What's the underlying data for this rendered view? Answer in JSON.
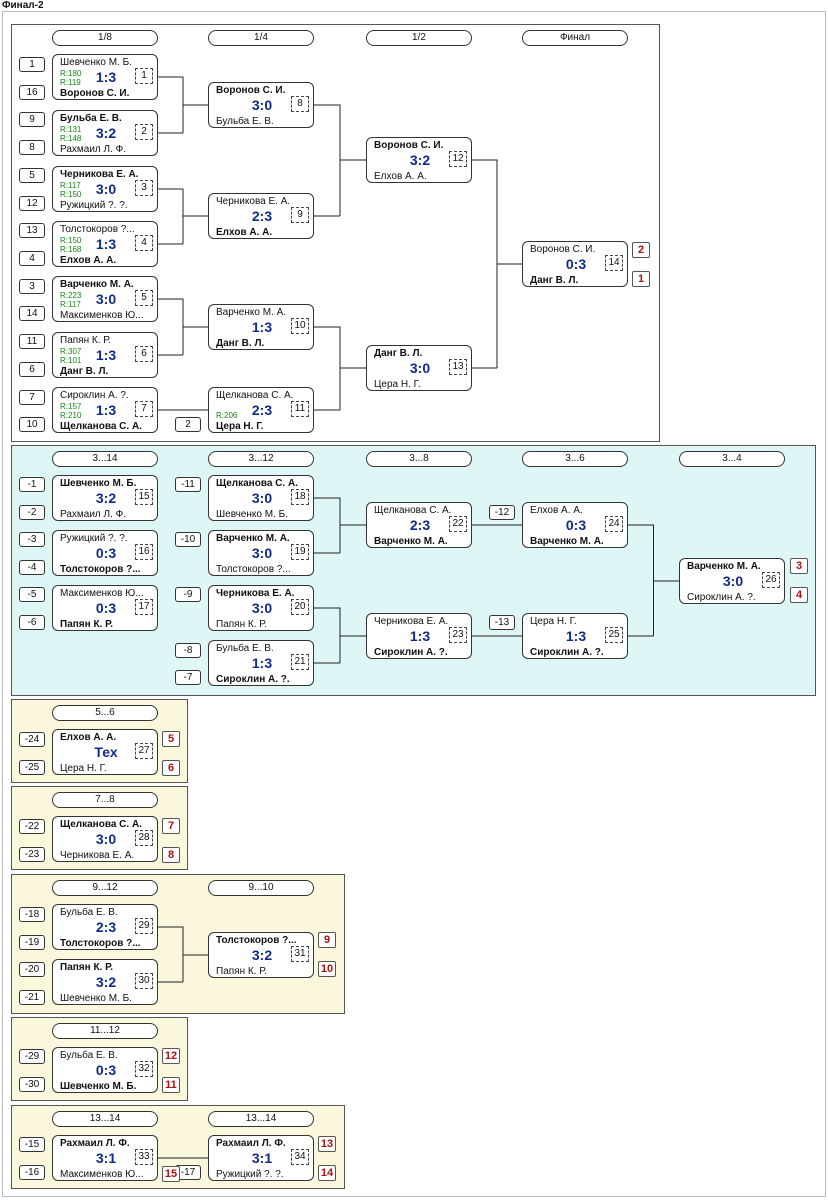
{
  "title": "Финал-2",
  "panels": [
    {
      "id": "main",
      "bg": "#ffffff",
      "rounds": [
        "1/8",
        "1/4",
        "1/2",
        "Финал"
      ]
    },
    {
      "id": "cons",
      "bg": "#dff6f6",
      "rounds": [
        "3...14",
        "3...12",
        "3...8",
        "3...6",
        "3...4"
      ]
    },
    {
      "id": "p56",
      "bg": "#faf7dc",
      "rounds": [
        "5...6"
      ]
    },
    {
      "id": "p78",
      "bg": "#faf7dc",
      "rounds": [
        "7...8"
      ]
    },
    {
      "id": "p912",
      "bg": "#faf7dc",
      "rounds": [
        "9...12",
        "9...10"
      ]
    },
    {
      "id": "p1112",
      "bg": "#faf7dc",
      "rounds": [
        "11...12"
      ]
    },
    {
      "id": "p1314",
      "bg": "#faf7dc",
      "rounds": [
        "13...14",
        "13...14"
      ]
    }
  ],
  "matches": [
    {
      "g": "1",
      "a": "Шевченко М. Б.",
      "b": "Воронов С. И.",
      "s": "1:3",
      "w": "b",
      "ra": "R:180",
      "rb": "R:119"
    },
    {
      "g": "2",
      "a": "Бульба Е. В.",
      "b": "Рахмаил Л. Ф.",
      "s": "3:2",
      "w": "a",
      "ra": "R:131",
      "rb": "R:148"
    },
    {
      "g": "3",
      "a": "Черникова Е. А.",
      "b": "Ружицкий ?. ?.",
      "s": "3:0",
      "w": "a",
      "ra": "R:117",
      "rb": "R:150"
    },
    {
      "g": "4",
      "a": "Толстокоров ?...",
      "b": "Елхов А. А.",
      "s": "1:3",
      "w": "b",
      "ra": "R:150",
      "rb": "R:168"
    },
    {
      "g": "5",
      "a": "Варченко М. А.",
      "b": "Максименков Ю...",
      "s": "3:0",
      "w": "a",
      "ra": "R:223",
      "rb": "R:117"
    },
    {
      "g": "6",
      "a": "Папян К. Р.",
      "b": "Данг В. Л.",
      "s": "1:3",
      "w": "b",
      "ra": "R:307",
      "rb": "R:101"
    },
    {
      "g": "7",
      "a": "Сироклин А. ?.",
      "b": "Щелканова С. А.",
      "s": "1:3",
      "w": "b",
      "ra": "R:157",
      "rb": "R:210"
    },
    {
      "g": "8",
      "a": "Воронов С. И.",
      "b": "Бульба Е. В.",
      "s": "3:0",
      "w": "a"
    },
    {
      "g": "9",
      "a": "Черникова Е. А.",
      "b": "Елхов А. А.",
      "s": "2:3",
      "w": "b"
    },
    {
      "g": "10",
      "a": "Варченко М. А.",
      "b": "Данг В. Л.",
      "s": "1:3",
      "w": "b"
    },
    {
      "g": "11",
      "a": "Щелканова С. А.",
      "b": "Цера Н. Г.",
      "s": "2:3",
      "w": "b",
      "rb": "R:206"
    },
    {
      "g": "12",
      "a": "Воронов С. И.",
      "b": "Елхов А. А.",
      "s": "3:2",
      "w": "a"
    },
    {
      "g": "13",
      "a": "Данг В. Л.",
      "b": "Цера Н. Г.",
      "s": "3:0",
      "w": "a"
    },
    {
      "g": "14",
      "a": "Воронов С. И.",
      "b": "Данг В. Л.",
      "s": "0:3",
      "w": "b"
    },
    {
      "g": "15",
      "a": "Шевченко М. Б.",
      "b": "Рахмаил Л. Ф.",
      "s": "3:2",
      "w": "a"
    },
    {
      "g": "16",
      "a": "Ружицкий ?. ?.",
      "b": "Толстокоров ?...",
      "s": "0:3",
      "w": "b"
    },
    {
      "g": "17",
      "a": "Максименков Ю...",
      "b": "Папян К. Р.",
      "s": "0:3",
      "w": "b"
    },
    {
      "g": "18",
      "a": "Щелканова С. А.",
      "b": "Шевченко М. Б.",
      "s": "3:0",
      "w": "a"
    },
    {
      "g": "19",
      "a": "Варченко М. А.",
      "b": "Толстокоров ?...",
      "s": "3:0",
      "w": "a"
    },
    {
      "g": "20",
      "a": "Черникова Е. А.",
      "b": "Папян К. Р.",
      "s": "3:0",
      "w": "a"
    },
    {
      "g": "21",
      "a": "Бульба Е. В.",
      "b": "Сироклин А. ?.",
      "s": "1:3",
      "w": "b"
    },
    {
      "g": "22",
      "a": "Щелканова С. А.",
      "b": "Варченко М. А.",
      "s": "2:3",
      "w": "b"
    },
    {
      "g": "23",
      "a": "Черникова Е. А.",
      "b": "Сироклин А. ?.",
      "s": "1:3",
      "w": "b"
    },
    {
      "g": "24",
      "a": "Елхов А. А.",
      "b": "Варченко М. А.",
      "s": "0:3",
      "w": "b"
    },
    {
      "g": "25",
      "a": "Цера Н. Г.",
      "b": "Сироклин А. ?.",
      "s": "1:3",
      "w": "b"
    },
    {
      "g": "26",
      "a": "Варченко М. А.",
      "b": "Сироклин А. ?.",
      "s": "3:0",
      "w": "a"
    },
    {
      "g": "27",
      "a": "Елхов А. А.",
      "b": "Цера Н. Г.",
      "s": "Тех",
      "w": "a"
    },
    {
      "g": "28",
      "a": "Щелканова С. А.",
      "b": "Черникова Е. А.",
      "s": "3:0",
      "w": "a"
    },
    {
      "g": "29",
      "a": "Бульба Е. В.",
      "b": "Толстокоров ?...",
      "s": "2:3",
      "w": "b"
    },
    {
      "g": "30",
      "a": "Папян К. Р.",
      "b": "Шевченко М. Б.",
      "s": "3:2",
      "w": "a"
    },
    {
      "g": "31",
      "a": "Толстокоров ?...",
      "b": "Папян К. Р.",
      "s": "3:2",
      "w": "a"
    },
    {
      "g": "32",
      "a": "Бульба Е. В.",
      "b": "Шевченко М. Б.",
      "s": "0:3",
      "w": "b"
    },
    {
      "g": "33",
      "a": "Рахмаил Л. Ф.",
      "b": "Максименков Ю...",
      "s": "3:1",
      "w": "a"
    },
    {
      "g": "34",
      "a": "Рахмаил Л. Ф.",
      "b": "Ружицкий ?. ?.",
      "s": "3:1",
      "w": "a"
    }
  ],
  "seeds": [
    "1",
    "16",
    "9",
    "8",
    "5",
    "12",
    "13",
    "4",
    "3",
    "14",
    "11",
    "6",
    "7",
    "10",
    "2",
    "-1",
    "-2",
    "-3",
    "-4",
    "-5",
    "-6",
    "-11",
    "-10",
    "-9",
    "-8",
    "-7",
    "-12",
    "-13",
    "-24",
    "-25",
    "-22",
    "-23",
    "-18",
    "-19",
    "-20",
    "-21",
    "-29",
    "-30",
    "-15",
    "-16",
    "-17"
  ],
  "places": [
    "2",
    "1",
    "3",
    "4",
    "5",
    "6",
    "7",
    "8",
    "9",
    "10",
    "12",
    "11",
    "13",
    "14",
    "15"
  ]
}
